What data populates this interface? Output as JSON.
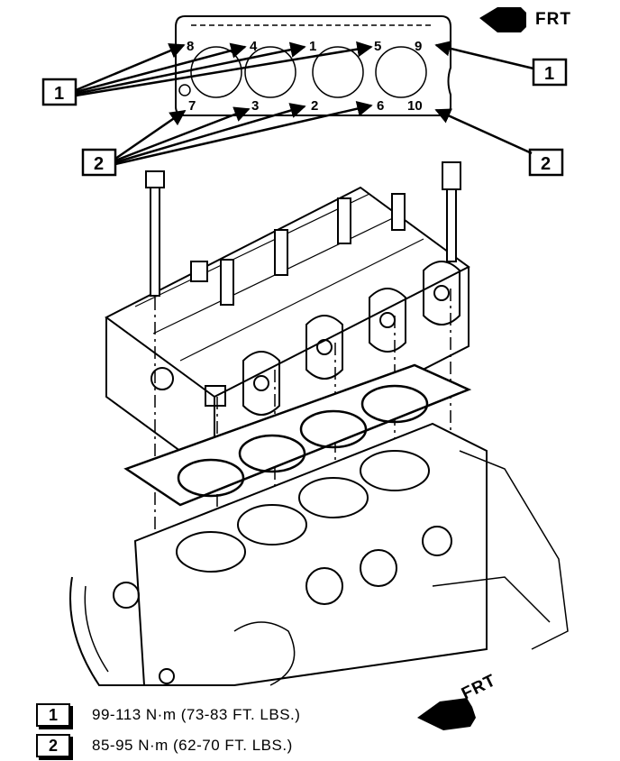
{
  "orientation": {
    "top_label": "FRT",
    "bottom_label": "FRT"
  },
  "bolt_sequence": {
    "upper_row": [
      "8",
      "4",
      "1",
      "5",
      "9"
    ],
    "lower_row": [
      "7",
      "3",
      "2",
      "6",
      "10"
    ]
  },
  "callouts": {
    "left_1": "1",
    "left_2": "2",
    "right_1": "1",
    "right_2": "2"
  },
  "legend": [
    {
      "num": "1",
      "text": "99-113 N·m (73-83 FT. LBS.)"
    },
    {
      "num": "2",
      "text": "85-95 N·m (62-70 FT. LBS.)"
    }
  ],
  "icons": {
    "frt_arrow_top": "arrow-left-icon",
    "frt_arrow_bottom": "arrow-left-icon"
  }
}
